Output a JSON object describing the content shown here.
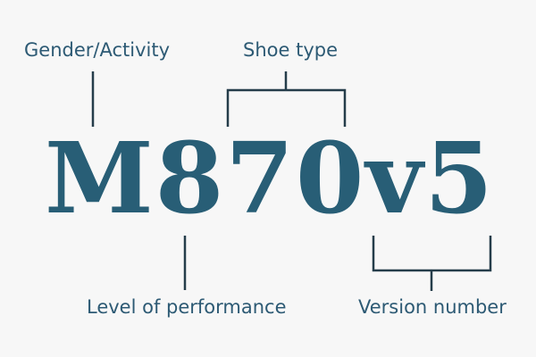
{
  "labels": {
    "gender_activity": "Gender/Activity",
    "shoe_type": "Shoe type",
    "level_of_performance": "Level of performance",
    "version_number": "Version number"
  },
  "model_code": {
    "gender": "M",
    "performance": "8",
    "shoe_type": "70",
    "version": "v5"
  },
  "colors": {
    "text": "#2d5a74",
    "code": "#285e76",
    "lines": "#253d4a",
    "background": "#f7f7f7"
  }
}
